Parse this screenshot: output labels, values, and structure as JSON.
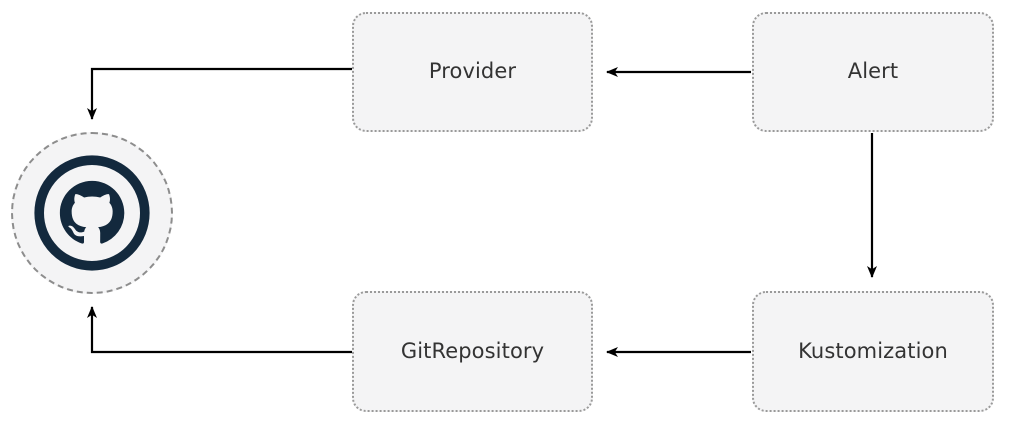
{
  "diagram": {
    "type": "flowchart",
    "background_color": "#ffffff",
    "node_fill_color": "#f4f4f5",
    "node_border_color": "#9a9a9a",
    "node_text_color": "#333333",
    "edge_color": "#000000",
    "github_mark_color": "#13293d",
    "nodes": [
      {
        "id": "github",
        "label": "",
        "shape": "circle-dashed",
        "icon": "github-icon"
      },
      {
        "id": "provider",
        "label": "Provider",
        "shape": "rounded-rect-dotted"
      },
      {
        "id": "alert",
        "label": "Alert",
        "shape": "rounded-rect-dotted"
      },
      {
        "id": "gitrepo",
        "label": "GitRepository",
        "shape": "rounded-rect-dotted"
      },
      {
        "id": "kustom",
        "label": "Kustomization",
        "shape": "rounded-rect-dotted"
      }
    ],
    "edges": [
      {
        "from": "alert",
        "to": "provider",
        "label": "",
        "style": "solid-arrow"
      },
      {
        "from": "alert",
        "to": "kustom",
        "label": "",
        "style": "solid-arrow"
      },
      {
        "from": "kustom",
        "to": "gitrepo",
        "label": "",
        "style": "solid-arrow"
      },
      {
        "from": "provider",
        "to": "github",
        "label": "",
        "style": "solid-arrow-elbow"
      },
      {
        "from": "gitrepo",
        "to": "github",
        "label": "",
        "style": "solid-arrow-elbow"
      }
    ]
  }
}
